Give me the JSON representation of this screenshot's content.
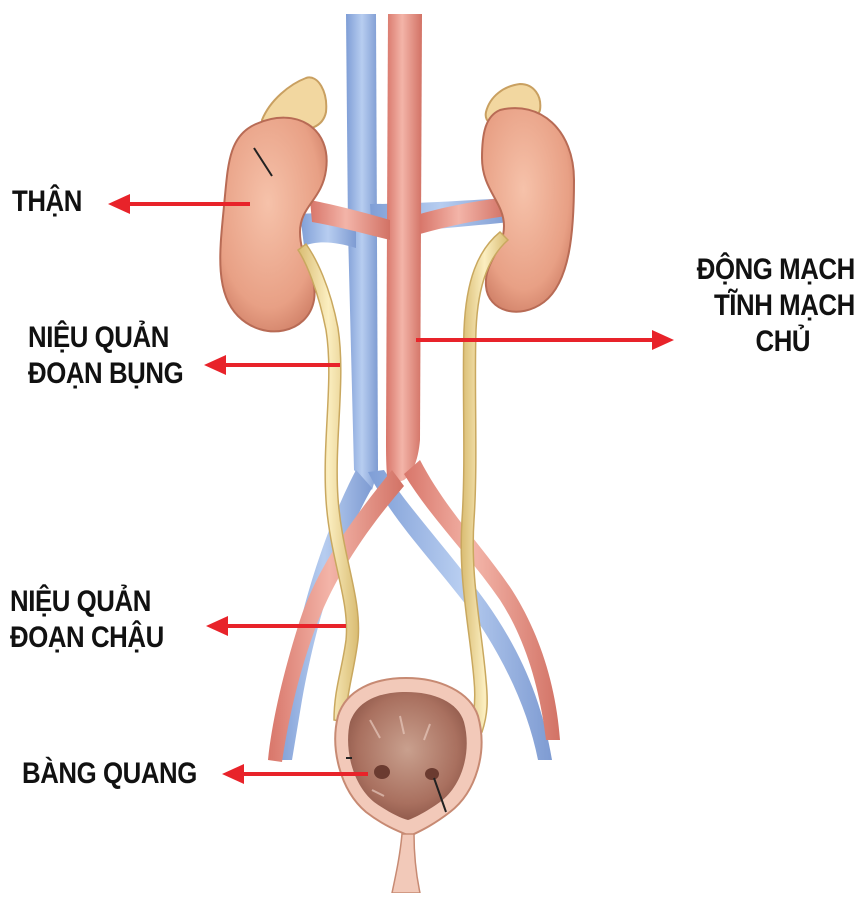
{
  "labels": {
    "than": "THẬN",
    "nieu_quan_doan_bung": [
      "NIỆU QUẢN",
      "ĐOẠN BỤNG"
    ],
    "dong_tinh_mach_chu": [
      "ĐỘNG MẠCH",
      "TĨNH MẠCH",
      "CHỦ"
    ],
    "nieu_quan_doan_chau": [
      "NIỆU QUẢN",
      "ĐOẠN CHẬU"
    ],
    "bang_quang": "BÀNG QUANG"
  },
  "colors": {
    "arrow": "#e8232a",
    "artery": "#e89a8e",
    "artery_dark": "#cf6f62",
    "vein": "#9db8e6",
    "vein_dark": "#6f8fcb",
    "kidney": "#eba98f",
    "kidney_dark": "#c87c66",
    "ureter": "#f6e2a4",
    "ureter_dark": "#d6b86a",
    "bladder_inner": "#b98775",
    "bladder_outer": "#f0c7b6"
  }
}
